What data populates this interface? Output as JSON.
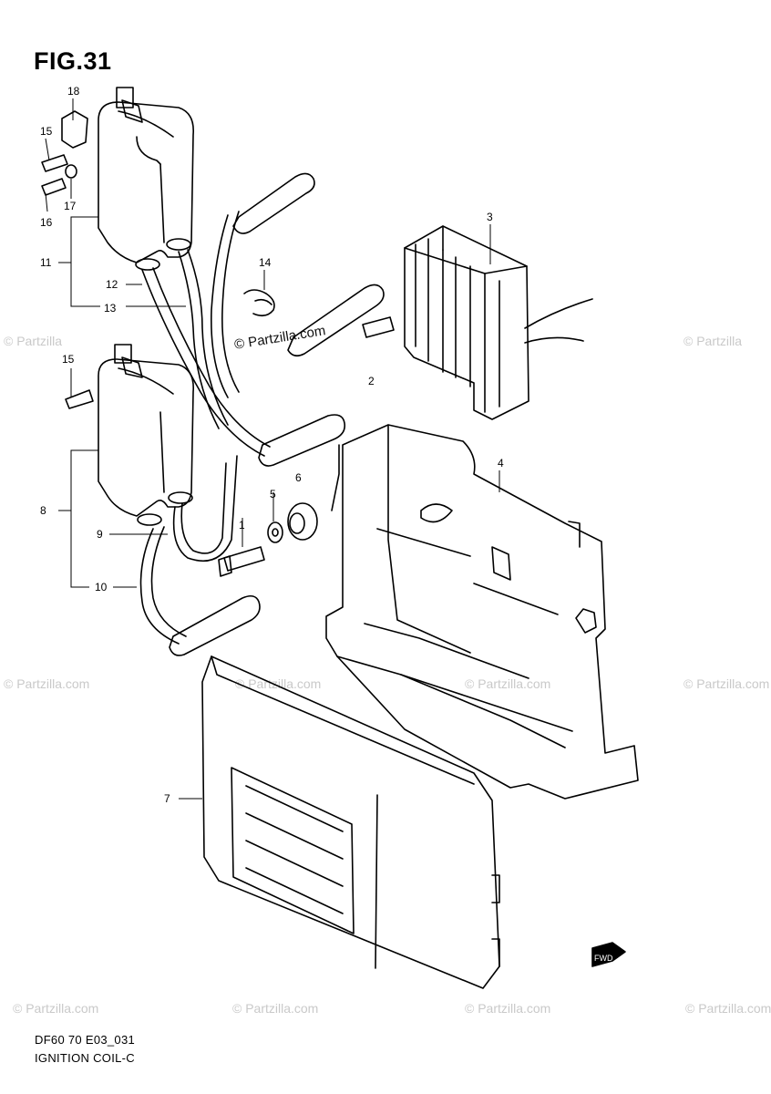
{
  "figure": {
    "title": "FIG.31",
    "model_code": "DF60 70 E03_031",
    "section_name": "IGNITION COIL-C"
  },
  "watermarks": {
    "site": "© Partzilla.com",
    "site_short": "© Partzilla"
  },
  "callouts": [
    "1",
    "2",
    "3",
    "4",
    "5",
    "6",
    "7",
    "8",
    "9",
    "10",
    "11",
    "12",
    "13",
    "14",
    "15",
    "15",
    "16",
    "17",
    "18"
  ],
  "direction_marker": "FWD",
  "colors": {
    "line": "#000000",
    "background": "#ffffff",
    "watermark": "#c9c9c9"
  }
}
